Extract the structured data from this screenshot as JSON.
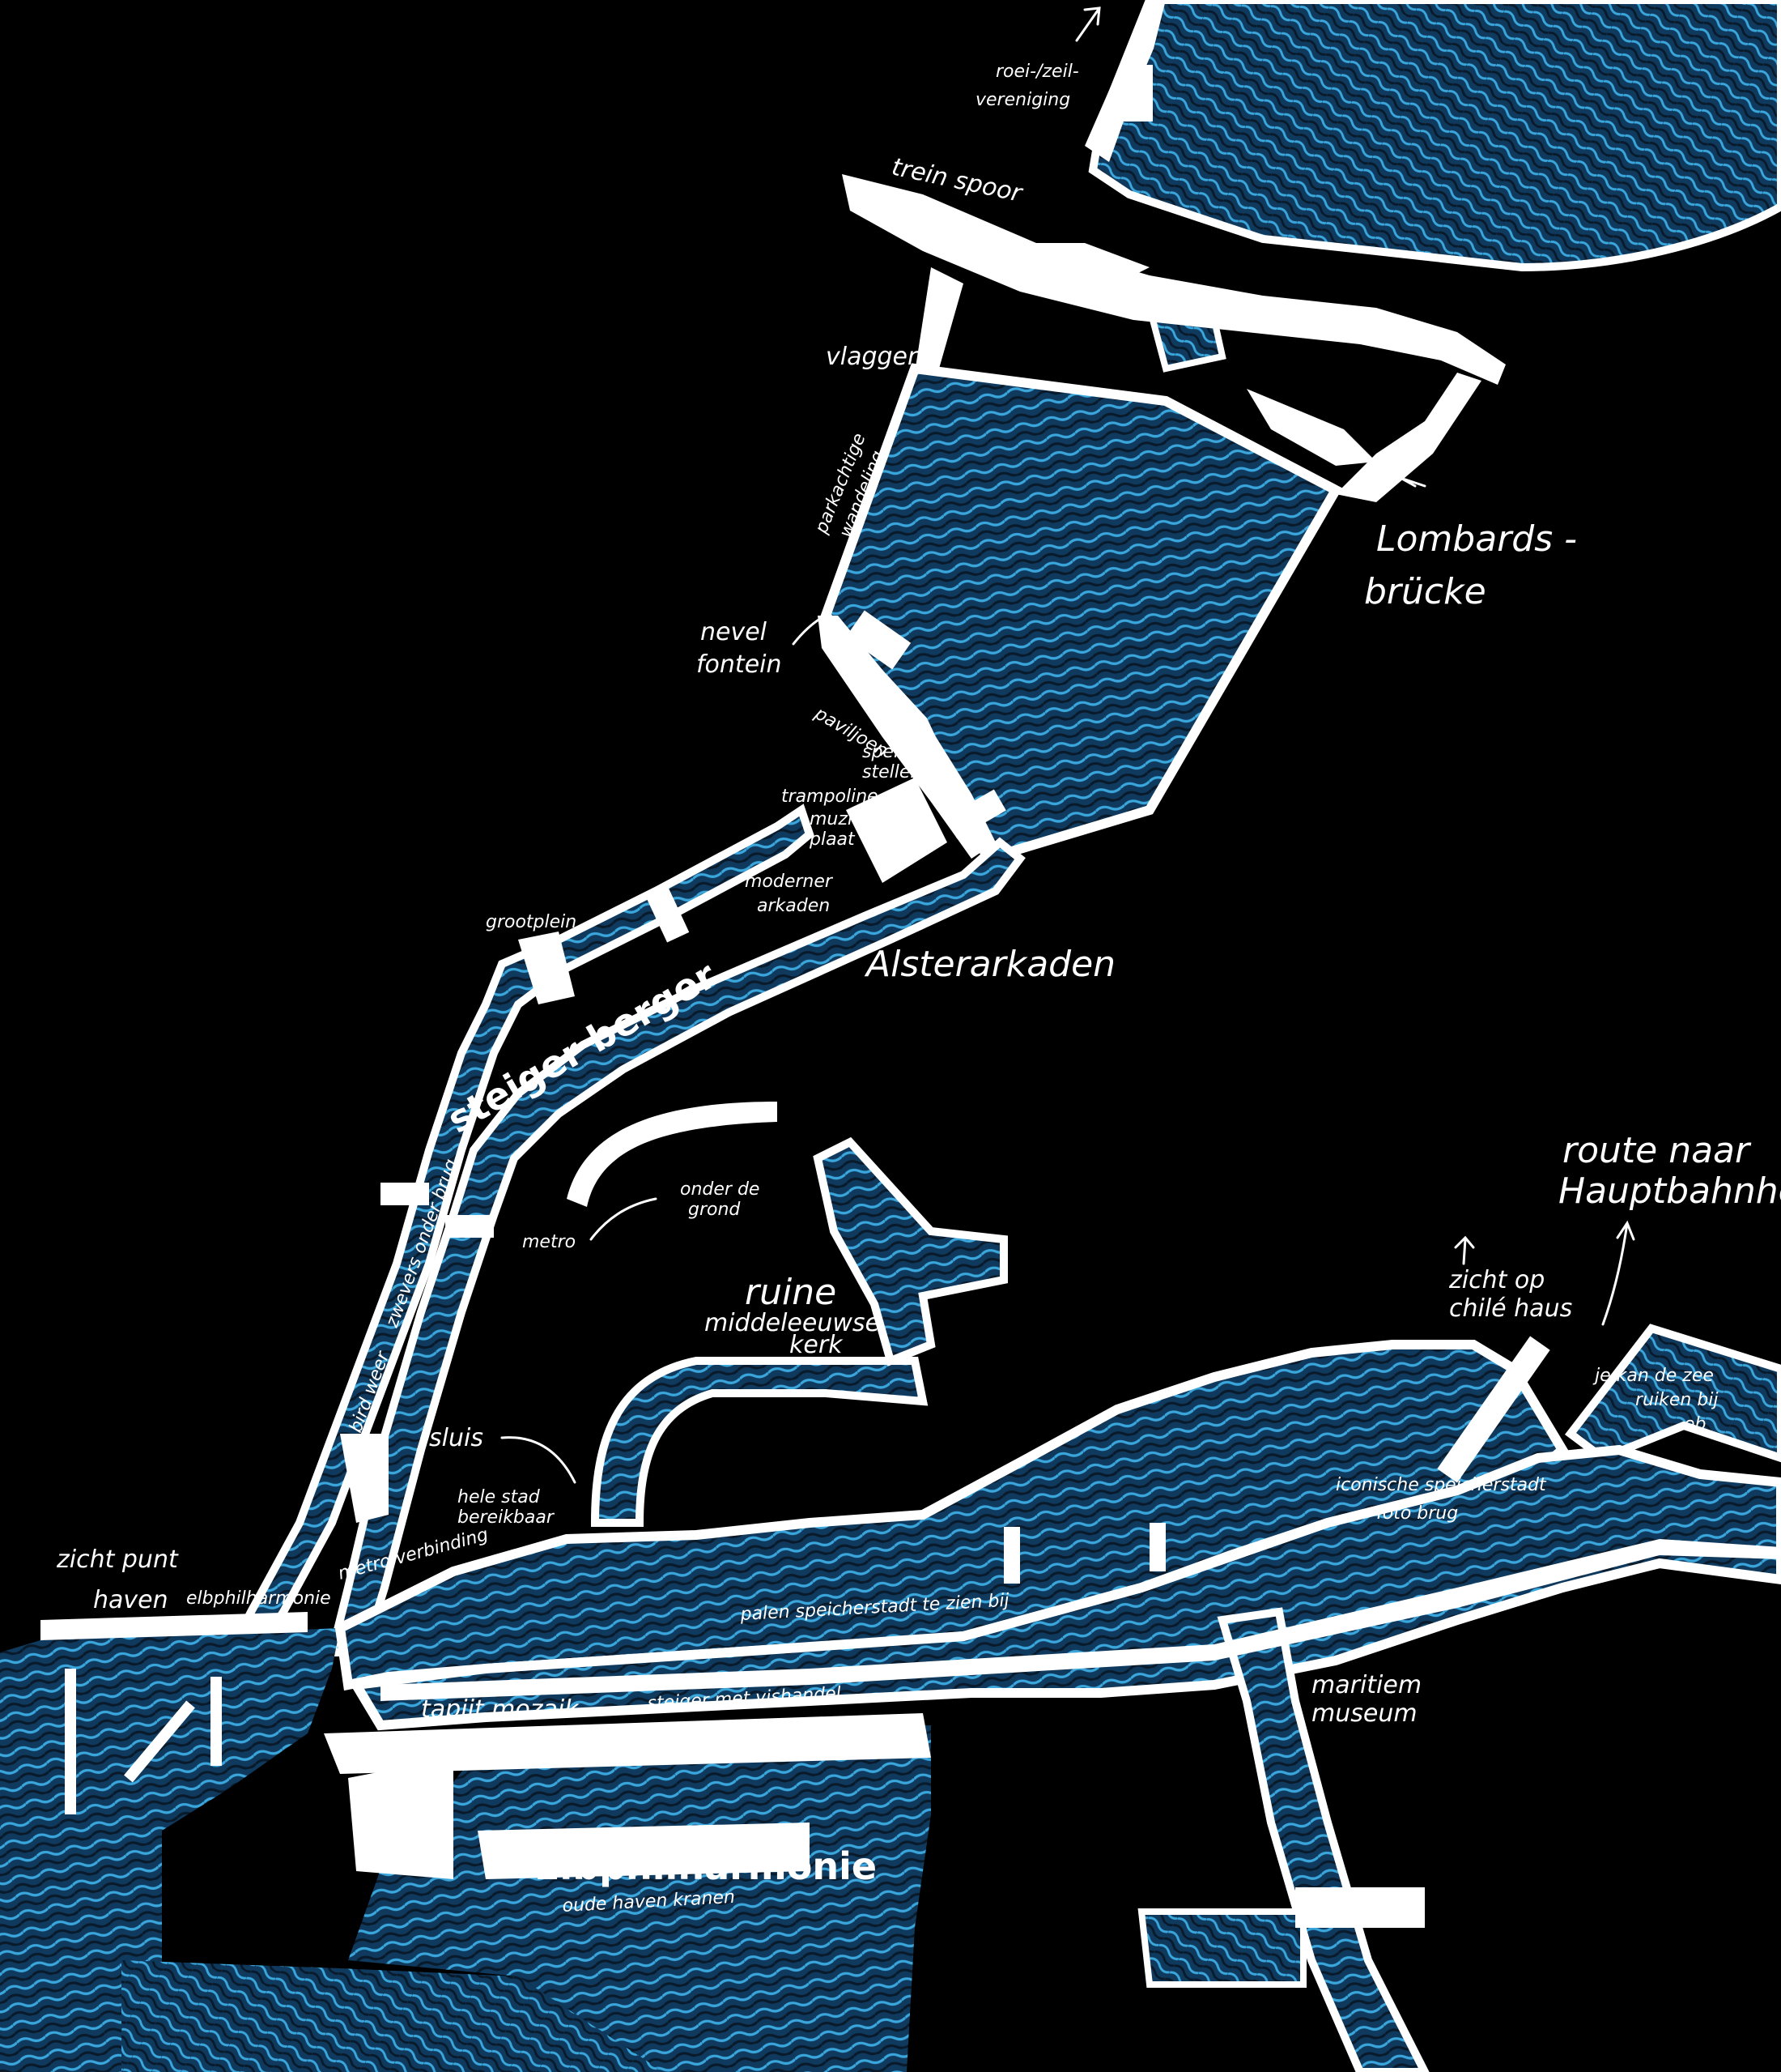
{
  "colors": {
    "background": "#000000",
    "water": "#0f3a5e",
    "wave": "#3aa6dc",
    "quay": "#ffffff",
    "text": "#ffffff"
  },
  "labels": {
    "roei": "roei-/zeil-",
    "vereniging": "vereniging",
    "treinspoor": "trein spoor",
    "vlaggen": "vlaggen",
    "parkachtig": "parkachtige",
    "wandeling": "wandeling",
    "lombards": "Lombards -",
    "brucke": "brücke",
    "nevel": "nevel",
    "fontein": "fontein",
    "paviljoen": "paviljoen",
    "spel": "spel",
    "stellen": "stellen",
    "trampoline": "trampoline +",
    "muziekplaat": "muziek-",
    "plaat": "plaat",
    "moderner": "moderner",
    "arkaden": "arkaden",
    "alsterarkaden": "Alsterarkaden",
    "grootplein": "grootplein",
    "steiger": "steiger berger",
    "metro": "metro",
    "onder_de": "onder de",
    "grond": "grond",
    "zwevers": "zwevers onder brug",
    "bird": "bird weer",
    "ruine": "ruine",
    "middeleeuwse": "middeleeuwse",
    "kerk": "kerk",
    "sluis": "sluis",
    "hele_stad": "hele stad",
    "bereikbaar": "bereikbaar",
    "metro_verbinding": "metro verbinding",
    "zichtpunt": "zicht punt",
    "haven": "haven",
    "elbphil_small": "elbphilharmonie",
    "palen": "palen speicherstadt te zien bij",
    "tapijt": "tapijt mozaik",
    "steiger_vis": "steiger met vishandel",
    "elbphil": "Elbphilharmonie",
    "oude_haven": "oude haven kranen",
    "maritiem": "maritiem",
    "museum": "museum",
    "zicht_op": "zicht op",
    "chile": "chilé haus",
    "route": "route naar",
    "hauptbahnhof": "Hauptbahnhof",
    "je_kan": "je kan de zee",
    "ruiken": "ruiken bij",
    "eb": "eb",
    "iconische": "iconische speicherstadt",
    "fotobrug": "foto brug"
  }
}
